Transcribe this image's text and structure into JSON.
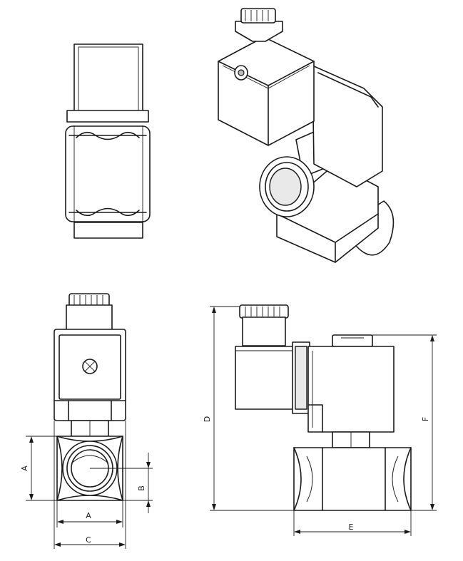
{
  "dimension_labels": {
    "a_left": "A",
    "a_bottom": "A",
    "b": "B",
    "c": "C",
    "d": "D",
    "e": "E",
    "f": "F"
  }
}
